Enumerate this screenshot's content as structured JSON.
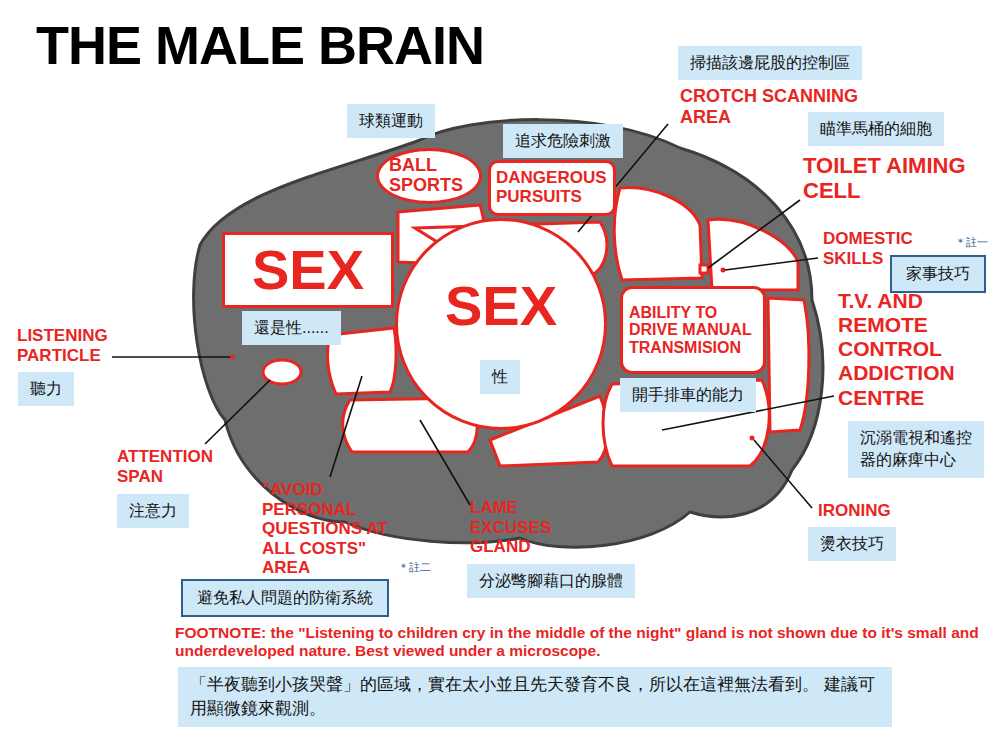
{
  "diagram": {
    "title": "THE MALE BRAIN",
    "nodes": [
      {
        "text": [
          "掃描該邊屁股的控制區"
        ]
      },
      {
        "text": [
          "球類運動"
        ]
      },
      {
        "text": [
          "BALL SPORTS"
        ]
      },
      {
        "text": [
          "追求危險刺激"
        ]
      },
      {
        "text": [
          "DANGEROUS PURSUITS"
        ]
      },
      {
        "text": [
          "瞄準馬桶的細胞"
        ]
      },
      {
        "text": [
          "家事技巧"
        ]
      },
      {
        "text": [
          "SEX"
        ]
      },
      {
        "text": [
          "還是性......"
        ]
      },
      {
        "text": [
          "SEX"
        ]
      },
      {
        "text": [
          "性"
        ]
      },
      {
        "text": [
          "ABILITY TO DRIVE MANUAL TRANSMISION"
        ]
      },
      {
        "text": [
          "開手排車的能力"
        ]
      },
      {
        "text": [
          "聽力"
        ]
      },
      {
        "text": [
          "沉溺電視和遙控器的麻痺中心"
        ]
      },
      {
        "text": [
          "注意力"
        ]
      },
      {
        "text": [
          "燙衣技巧"
        ]
      },
      {
        "text": [
          "避免私人問題的防衛系統"
        ]
      },
      {
        "text": [
          "分泌彆腳藉口的腺體"
        ]
      },
      {
        "text": [
          "「半夜聽到小孩哭聲」的區域，實在太小並且先天發育不良，所以在這裡無法看到。 建議可用顯微鏡來觀測。"
        ]
      }
    ],
    "labels": [
      "CROTCH SCANNING AREA",
      "TOILET AIMING CELL",
      "DOMESTIC SKILLS",
      "＊註一",
      "T.V. AND REMOTE CONTROL ADDICTION CENTRE",
      "LISTENING PARTICLE",
      "ATTENTION SPAN",
      "\"AVOID PERSONAL QUESTIONS AT ALL COSTS\" AREA",
      "＊註二",
      "LAME EXCUSES GLAND",
      "IRONING",
      "FOOTNOTE: the \"Listening to children cry in the middle of the night\" gland is not shown due to it's small and underdeveloped nature. Best viewed under a microscope."
    ]
  }
}
